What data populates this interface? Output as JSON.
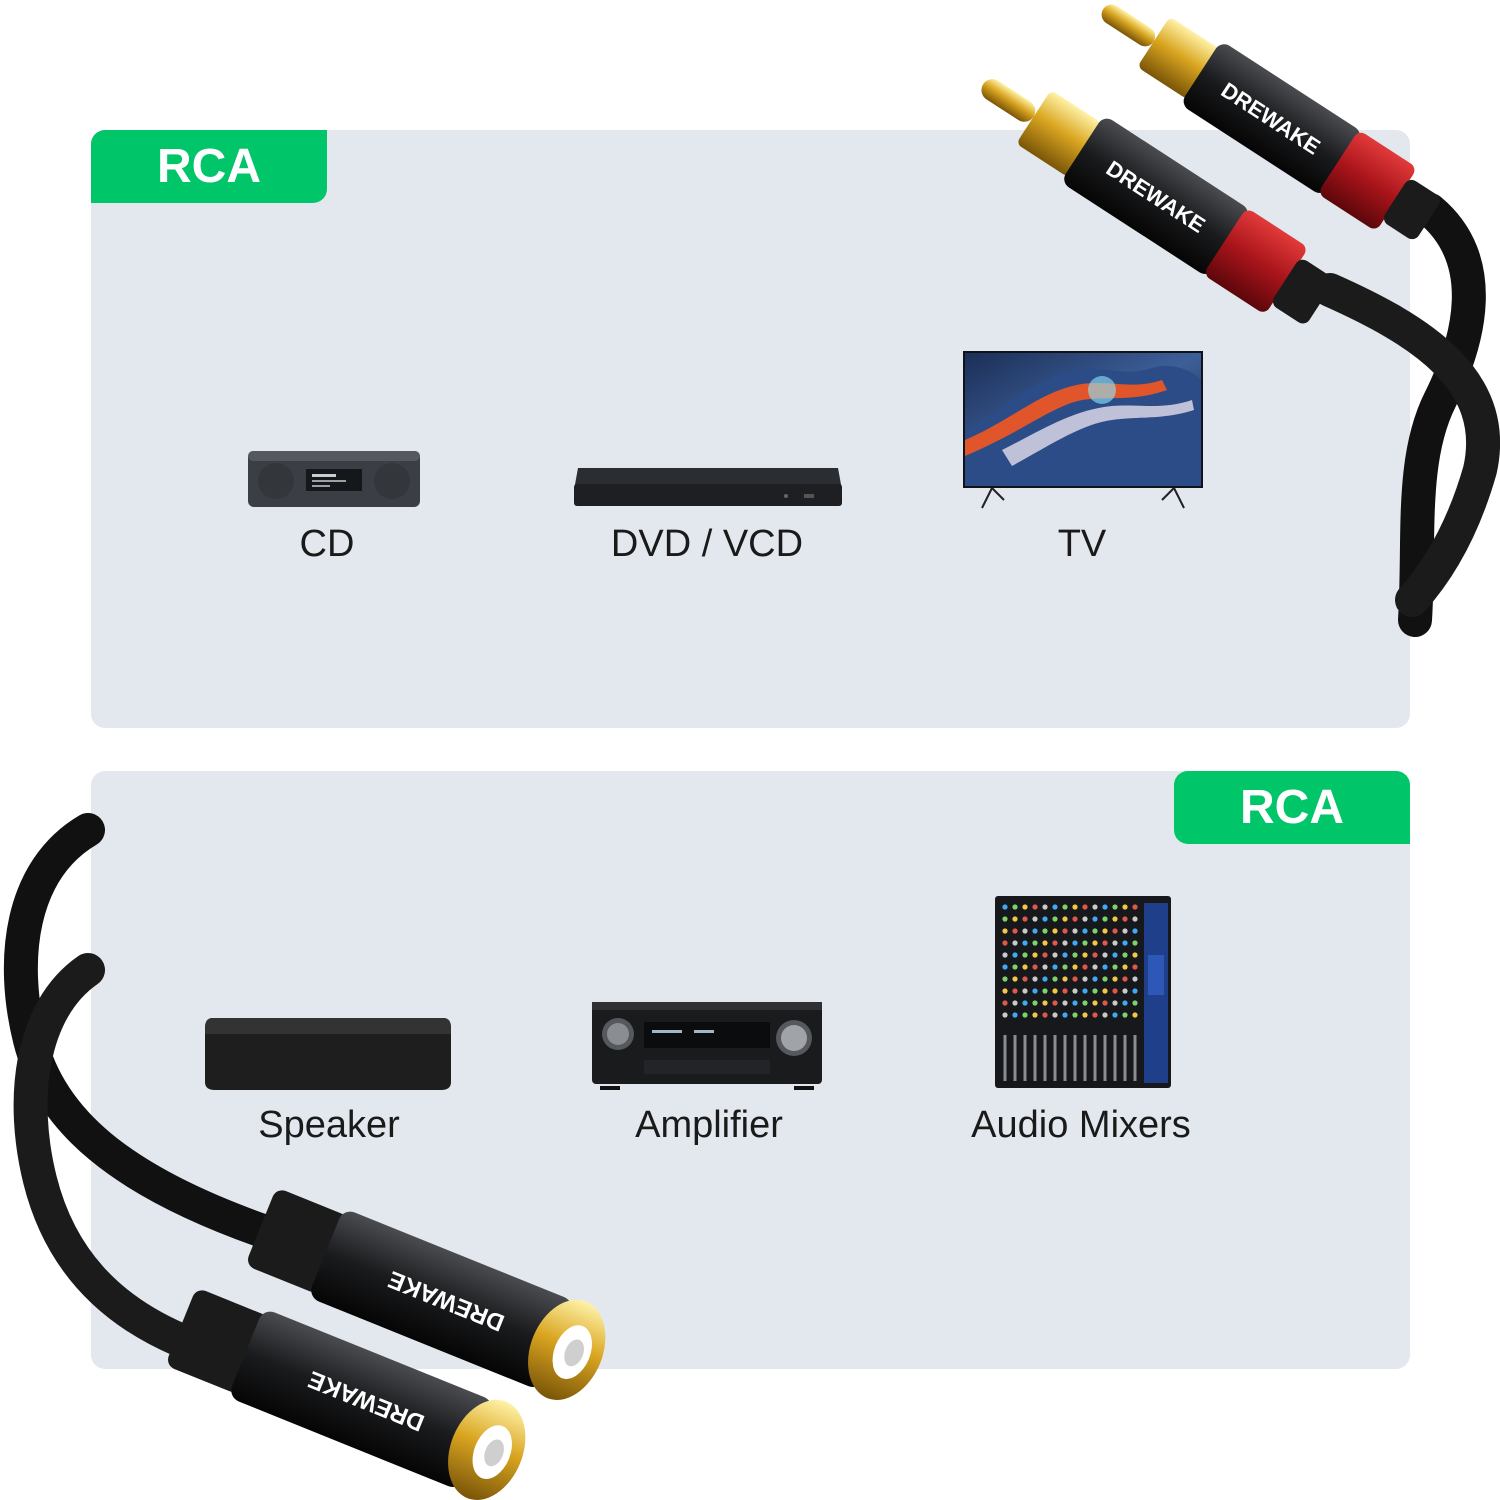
{
  "top_section": {
    "tag": "RCA",
    "devices": [
      {
        "label": "CD",
        "icon": "cd-player-icon"
      },
      {
        "label": "DVD / VCD",
        "icon": "dvd-player-icon"
      },
      {
        "label": "TV",
        "icon": "tv-icon"
      }
    ]
  },
  "bottom_section": {
    "tag": "RCA",
    "devices": [
      {
        "label": "Speaker",
        "icon": "speaker-icon"
      },
      {
        "label": "Amplifier",
        "icon": "amplifier-icon"
      },
      {
        "label": "Audio Mixers",
        "icon": "audio-mixer-icon"
      }
    ]
  },
  "connector_brand": "DREWAKE",
  "colors": {
    "tag_green": "#00c569",
    "panel_bg": "#e3e8ef",
    "plug_red": "#b3151b",
    "gold": "#d9a520"
  }
}
